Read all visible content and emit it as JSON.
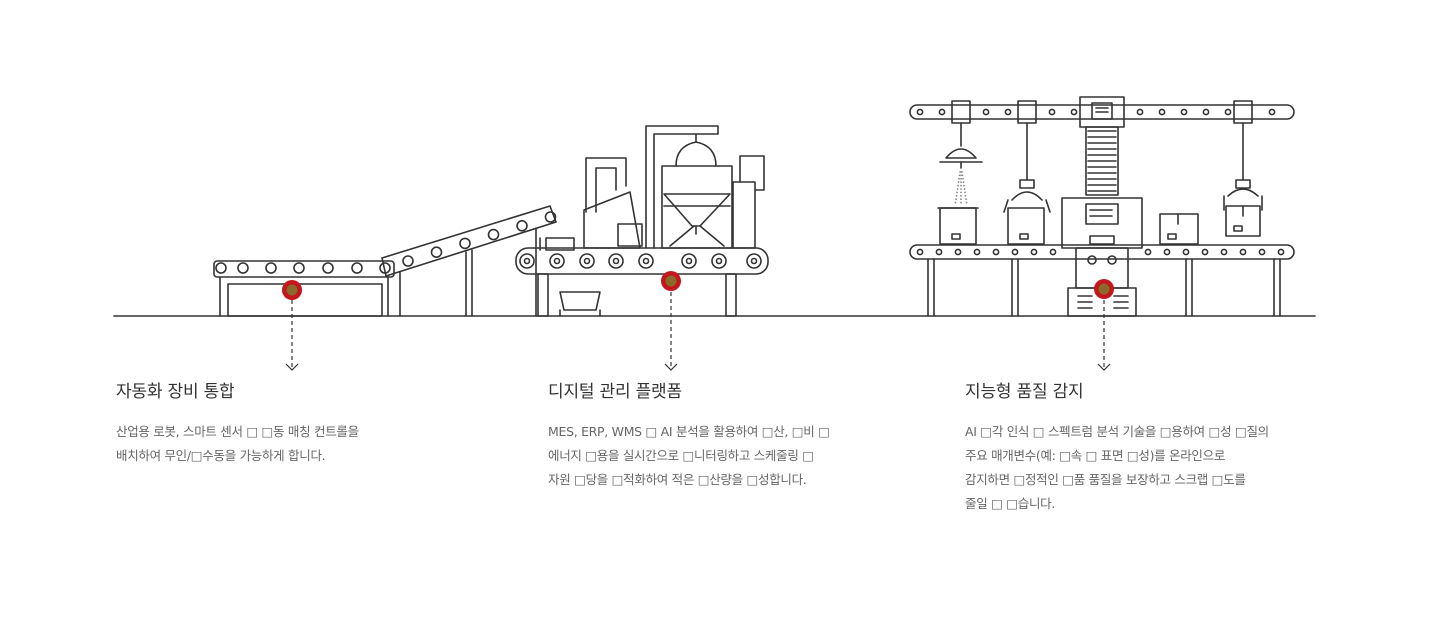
{
  "hotspots": [
    {
      "name": "automation-equipment",
      "color": "#c4161c",
      "center_color": "#8a6a2a"
    },
    {
      "name": "digital-platform",
      "color": "#c4161c",
      "center_color": "#8a6a2a"
    },
    {
      "name": "quality-inspection",
      "color": "#c4161c",
      "center_color": "#8a6a2a"
    }
  ],
  "sections": [
    {
      "title": "자동화 장비 통합",
      "lines": [
        "산업용 로봇, 스마트 센서 □ □동 매칭 컨트롤을",
        "배치하여 무인/□수동을 가능하게 합니다."
      ]
    },
    {
      "title": "디지털 관리 플랫폼",
      "lines": [
        "MES, ERP, WMS □ AI 분석을 활용하여 □산, □비 □",
        "에너지 □용을 실시간으로 □니터링하고 스케줄링 □",
        "자원 □당을 □적화하여 적은 □산량을 □성합니다."
      ]
    },
    {
      "title": "지능형 품질 감지",
      "lines": [
        "AI □각 인식 □ 스펙트럼 분석 기술을 □용하여 □성 □질의",
        "주요 매개변수(예: □속 □ 표면 □성)를 온라인으로",
        "감지하면 □정적인 □품 품질을 보장하고 스크랩 □도를",
        "줄일 □ □습니다."
      ]
    }
  ],
  "colors": {
    "line": "#333333",
    "text_title": "#333333",
    "text_body": "#666666"
  }
}
